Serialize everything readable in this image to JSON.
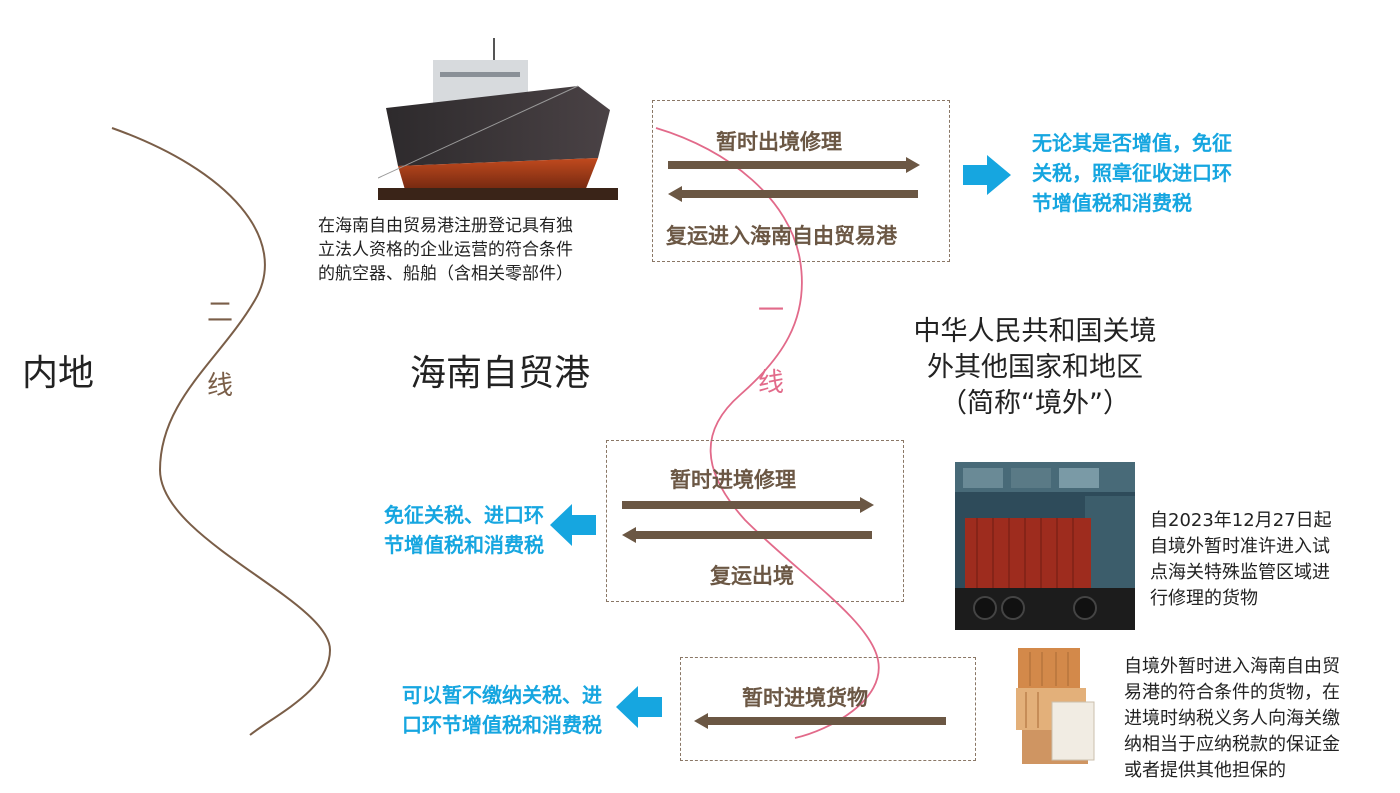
{
  "regions": {
    "mainland": "内地",
    "hainan": "海南自贸港",
    "overseas": [
      "中华人民共和国关境",
      "外其他国家和地区",
      "（简称“境外”）"
    ]
  },
  "lines": {
    "second": [
      "二",
      "线"
    ],
    "first": [
      "一",
      "线"
    ]
  },
  "box1": {
    "top_label": "暂时出境修理",
    "bottom_label": "复运进入海南自由贸易港",
    "subject": [
      "在海南自由贸易港注册登记具有独",
      "立法人资格的企业运营的符合条件",
      "的航空器、船舶（含相关零部件）"
    ],
    "result": [
      "无论其是否增值，免征",
      "关税，照章征收进口环",
      "节增值税和消费税"
    ]
  },
  "box2": {
    "top_label": "暂时进境修理",
    "bottom_label": "复运出境",
    "subject": [
      "自2023年12月27日起",
      "自境外暂时准许进入试",
      "点海关特殊监管区域进",
      "行修理的货物"
    ],
    "result": [
      "免征关税、进口环",
      "节增值税和消费税"
    ]
  },
  "box3": {
    "label": "暂时进境货物",
    "subject": [
      "自境外暂时进入海南自由贸",
      "易港的符合条件的货物，在",
      "进境时纳税义务人向海关缴",
      "纳相当于应纳税款的保证金",
      "或者提供其他担保的"
    ],
    "result": [
      "可以暂不缴纳关税、进",
      "口环节增值税和消费税"
    ]
  },
  "colors": {
    "accent_blue": "#16a6e0",
    "arrow_brown": "#6b5744",
    "second_line": "#7a5e48",
    "first_line": "#e26a8a"
  },
  "icons": [
    "ship-image",
    "truck-container-image",
    "stacked-containers-image"
  ]
}
